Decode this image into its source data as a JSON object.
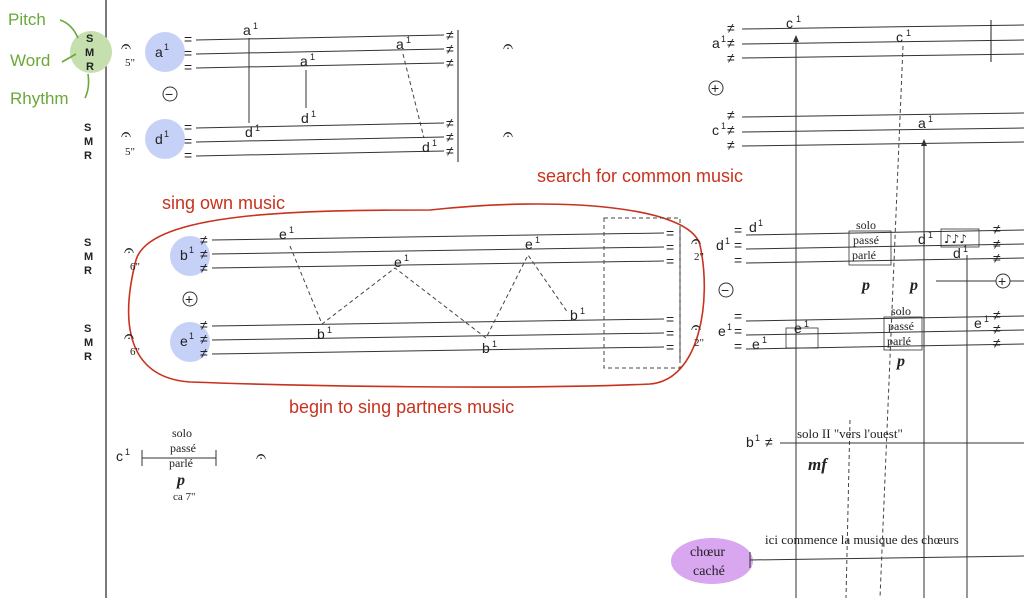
{
  "annotations": {
    "pitch": "Pitch",
    "word": "Word",
    "rhythm": "Rhythm",
    "sing_own": "sing own music",
    "search_common": "search for common music",
    "begin_partners": "begin to sing partners music"
  },
  "smr": {
    "s": "S",
    "m": "M",
    "r": "R"
  },
  "notes": {
    "a": "a",
    "b": "b",
    "c": "c",
    "d": "d",
    "e": "e",
    "sup": "1"
  },
  "durations": {
    "five": "5\"",
    "six": "6\"",
    "two": "2\"",
    "ca7": "ca 7\""
  },
  "symbols": {
    "eq": "=",
    "neq": "≠",
    "plus": "+",
    "minus": "−"
  },
  "markings": {
    "solo": "solo",
    "passe": "passé",
    "parle": "parlé",
    "p": "p",
    "mf": "mf",
    "solo_ii": "solo II \"vers l'ouest\"",
    "ici": "ici commence la musique des chœurs",
    "choeur": "chœur",
    "cache": "caché"
  },
  "colors": {
    "blue_circle": "#c6d1f7",
    "green_circle": "#c5dfae",
    "purple_circle": "#d9a6f0",
    "red_ann": "#c8321e",
    "green_ann": "#6aa83a"
  }
}
